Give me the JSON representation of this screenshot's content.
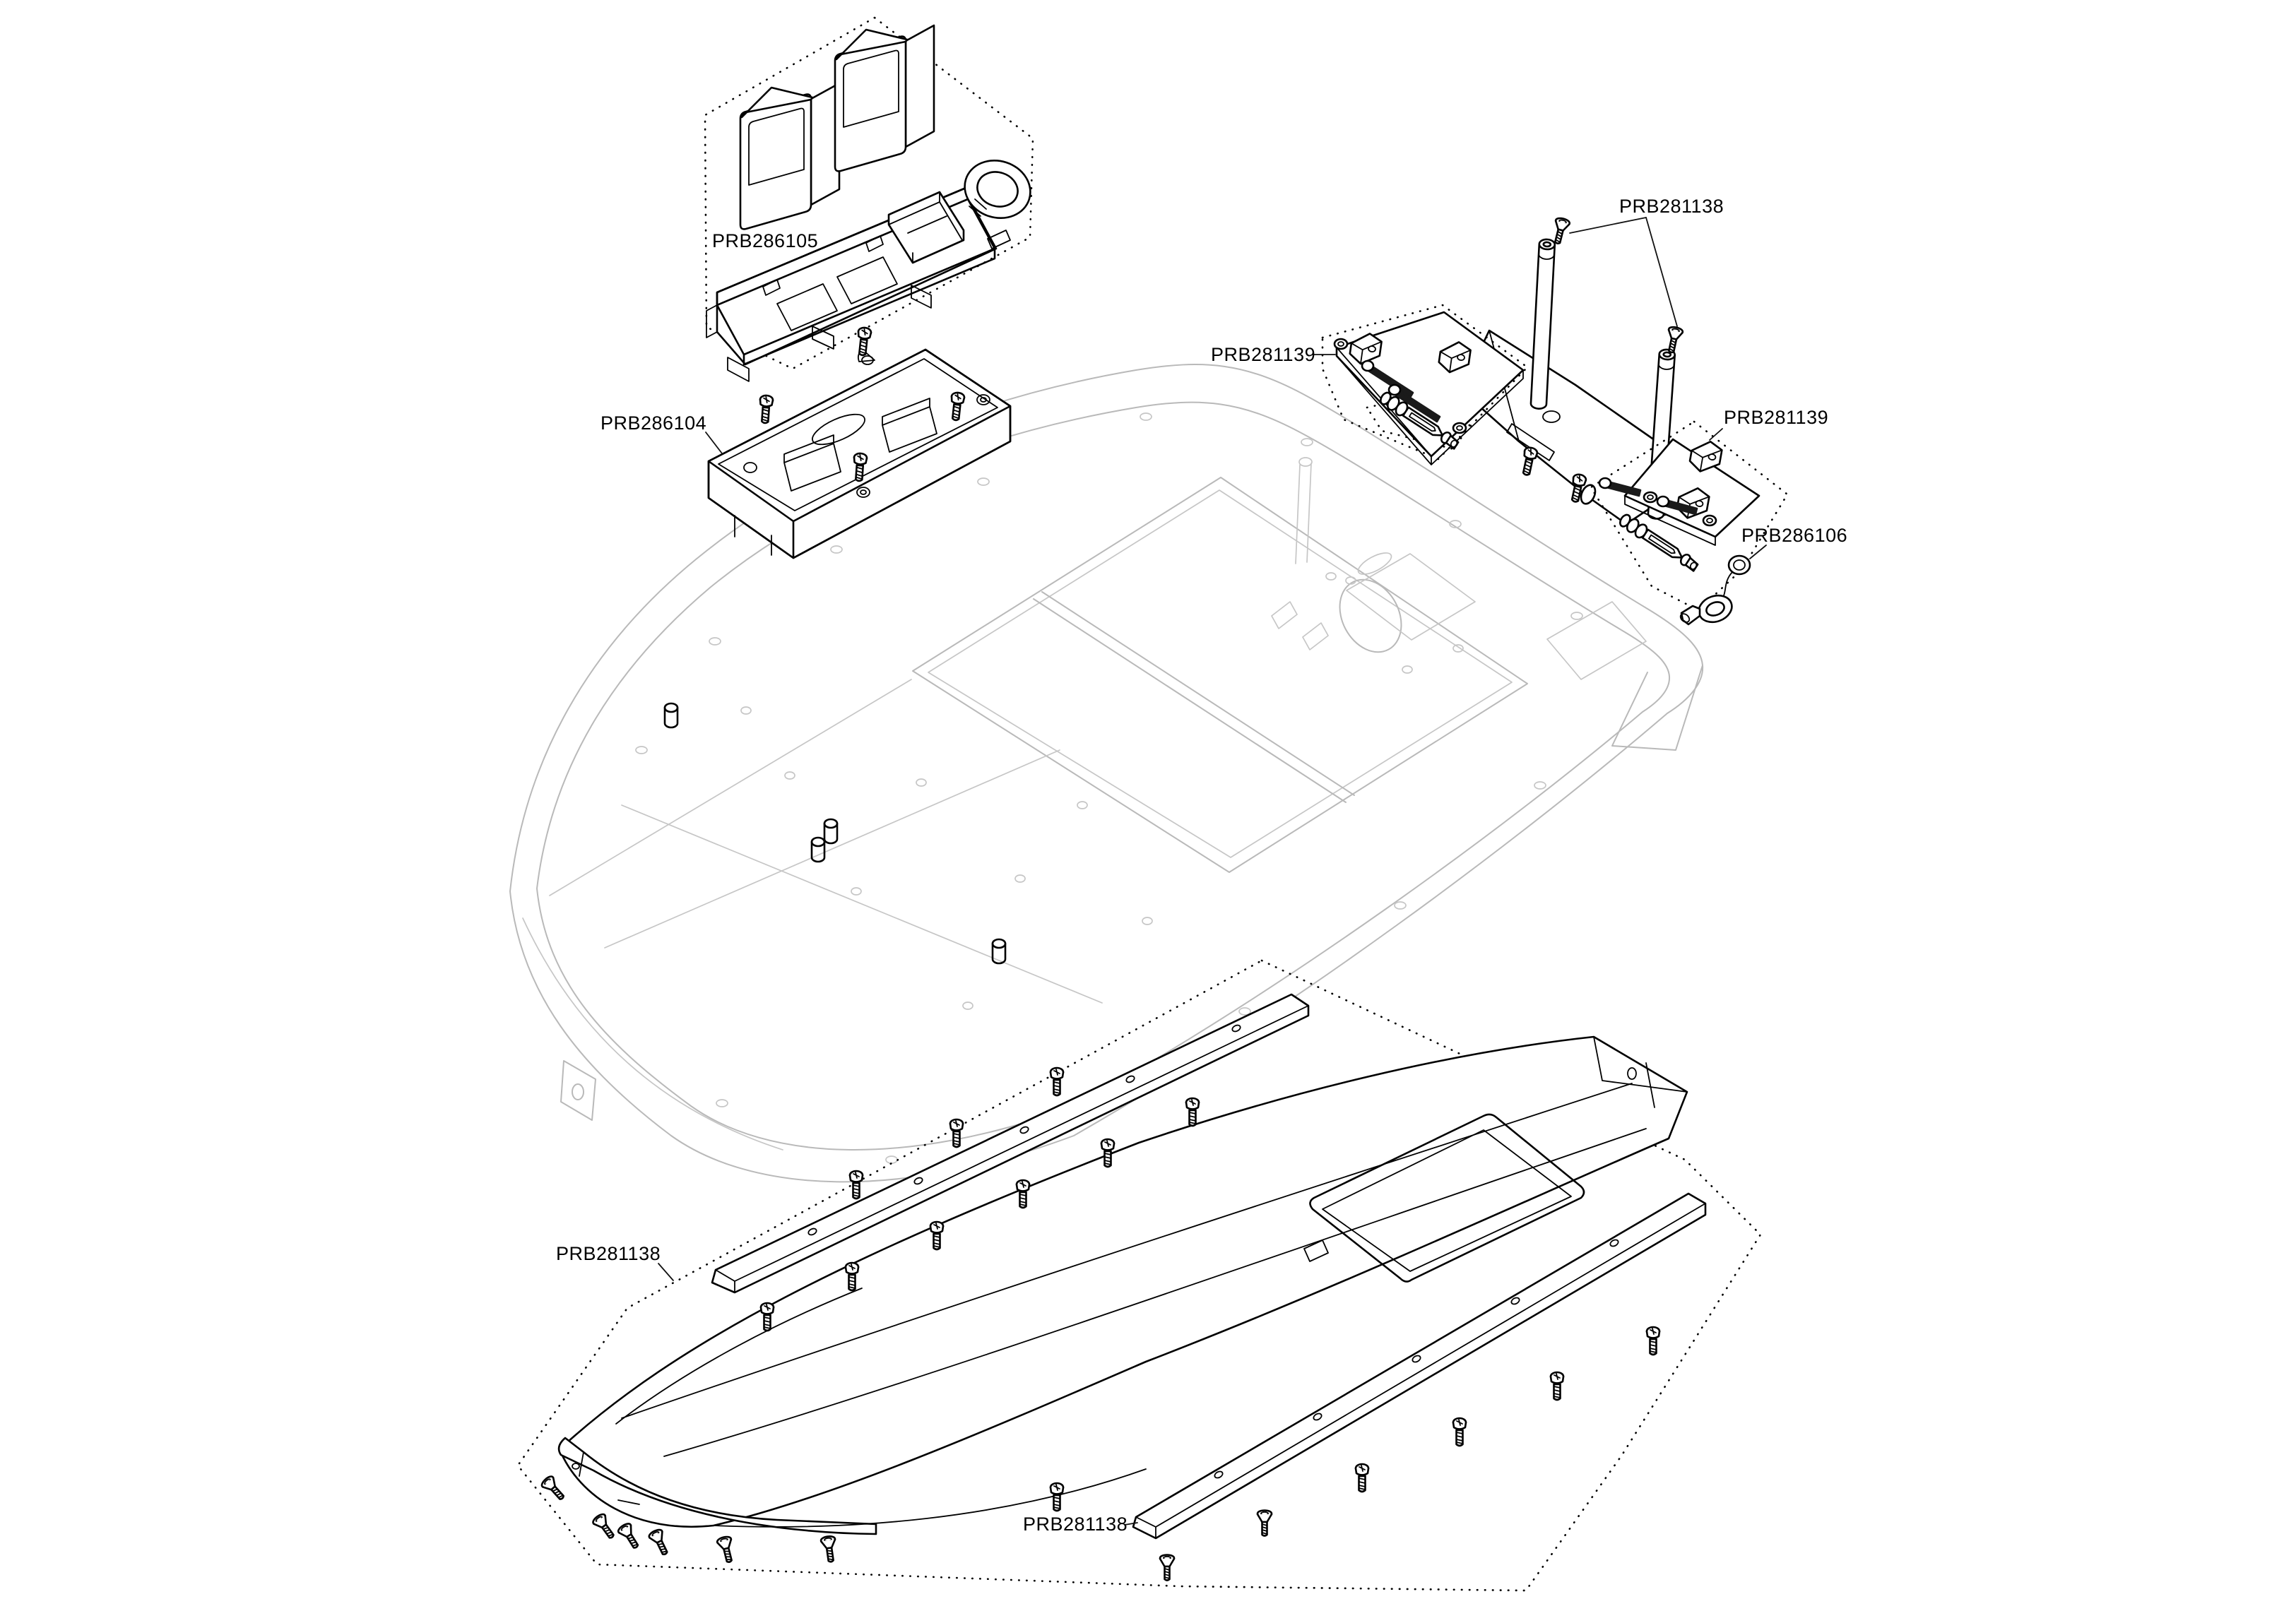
{
  "diagram": {
    "type": "exploded-parts-diagram",
    "subject": "RC boat hull exploded assembly drawing",
    "background_color": "#ffffff",
    "part_line_color": "#000000",
    "ghost_hull_line_color": "#b9b9b9",
    "label_text_color": "#000000"
  },
  "labels": [
    {
      "part_number": "PRB286105",
      "placement": "battery-boxes-and-tray-group"
    },
    {
      "part_number": "PRB286104",
      "placement": "radio-tray"
    },
    {
      "part_number": "PRB281138",
      "placement": "antenna-mount-bracket"
    },
    {
      "part_number": "PRB281139",
      "placement": "trim-tab-set-left"
    },
    {
      "part_number": "PRB281139",
      "placement": "trim-tab-set-right"
    },
    {
      "part_number": "PRB286106",
      "placement": "drain-plug-with-lanyard"
    },
    {
      "part_number": "PRB281138",
      "placement": "spray-rail-left"
    },
    {
      "part_number": "PRB281138",
      "placement": "spray-rail-right"
    }
  ]
}
